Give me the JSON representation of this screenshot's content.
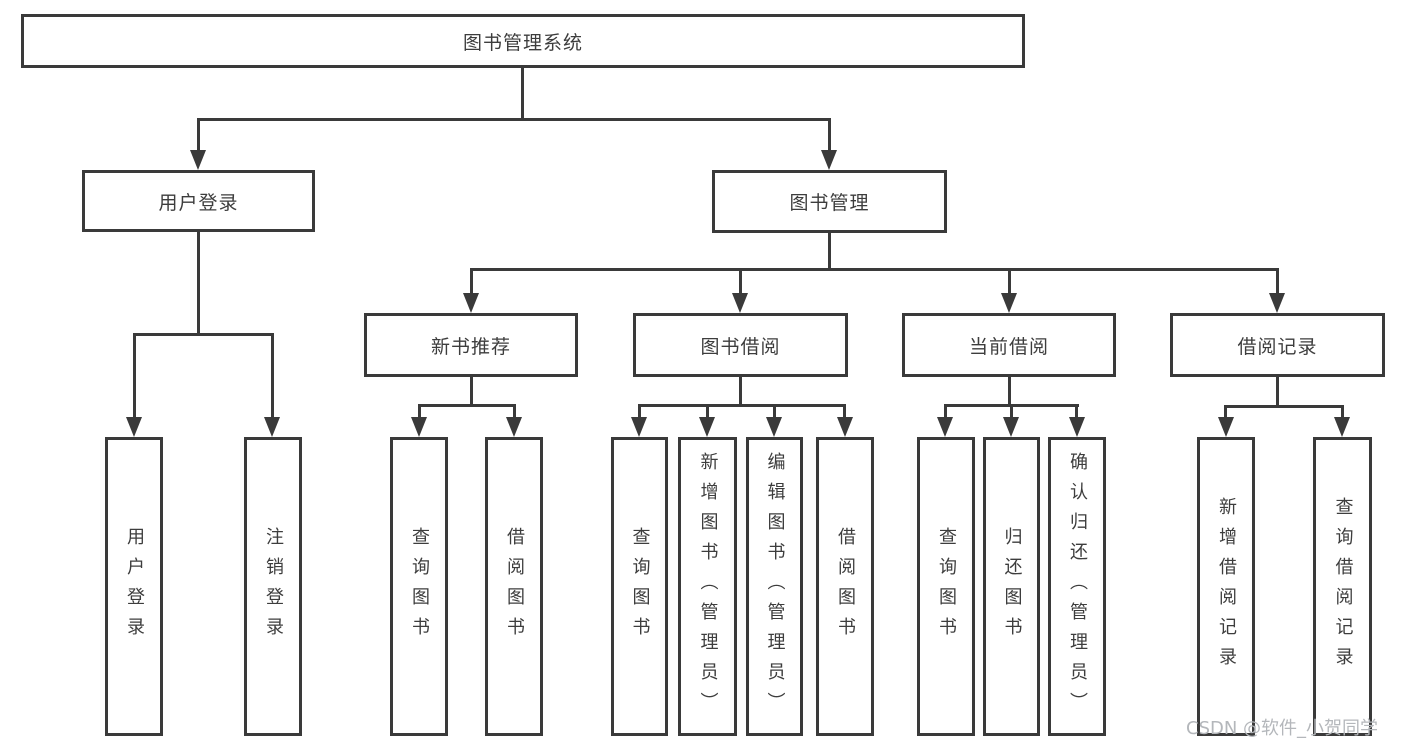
{
  "diagram": {
    "root": {
      "label": "图书管理系统"
    },
    "branches": [
      {
        "label": "用户登录",
        "children": [
          {
            "label": "用户登录"
          },
          {
            "label": "注销登录"
          }
        ]
      },
      {
        "label": "图书管理",
        "children": [
          {
            "label": "新书推荐",
            "children": [
              {
                "label": "查询图书"
              },
              {
                "label": "借阅图书"
              }
            ]
          },
          {
            "label": "图书借阅",
            "children": [
              {
                "label": "查询图书"
              },
              {
                "label": "新增图书（管理员）"
              },
              {
                "label": "编辑图书（管理员）"
              },
              {
                "label": "借阅图书"
              }
            ]
          },
          {
            "label": "当前借阅",
            "children": [
              {
                "label": "查询图书"
              },
              {
                "label": "归还图书"
              },
              {
                "label": "确认归还（管理员）"
              }
            ]
          },
          {
            "label": "借阅记录",
            "children": [
              {
                "label": "新增借阅记录"
              },
              {
                "label": "查询借阅记录"
              }
            ]
          }
        ]
      }
    ]
  },
  "watermark": {
    "text": "CSDN @软件_小贺同学"
  },
  "colors": {
    "line": "#3a3a3a",
    "text": "#3d3d3d",
    "watermark": "#b4b7bb",
    "background": "#ffffff"
  }
}
